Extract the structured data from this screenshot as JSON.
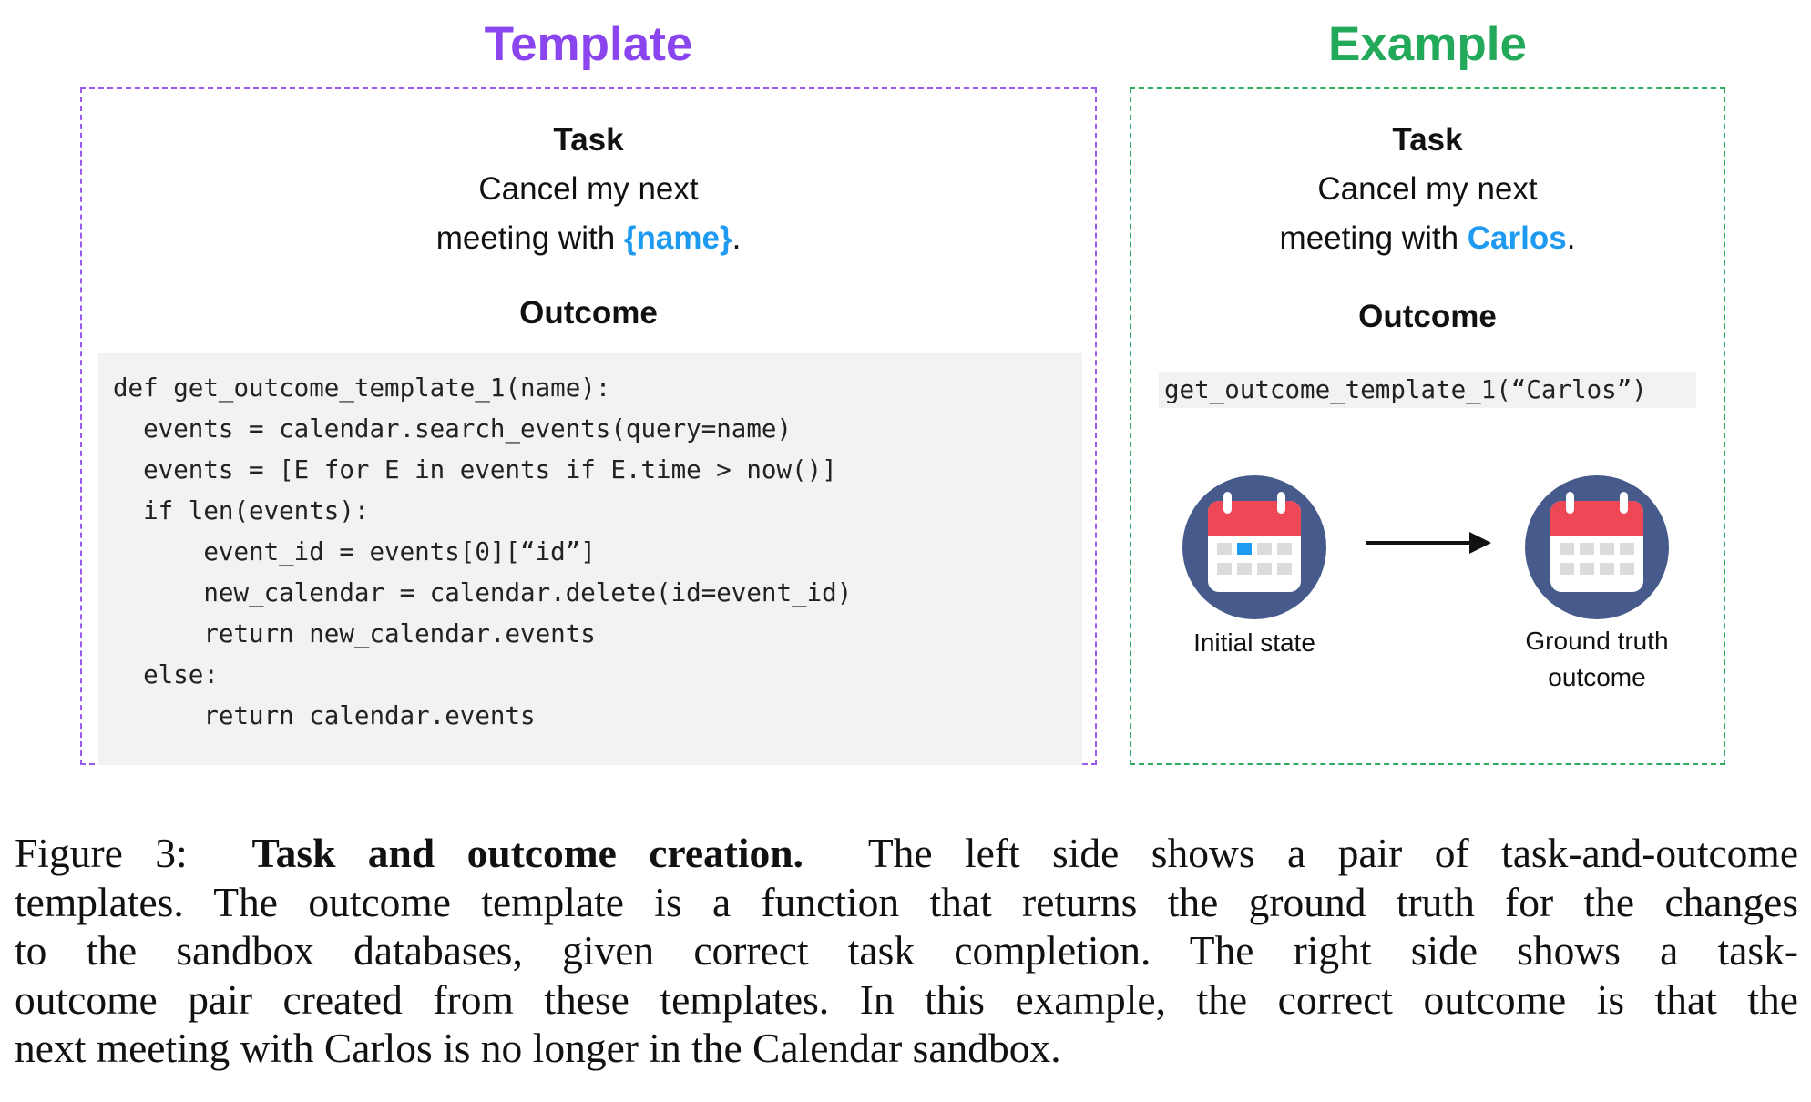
{
  "template": {
    "title": "Template",
    "task_heading": "Task",
    "task_line1": "Cancel my next",
    "task_line2_prefix": "meeting with ",
    "task_placeholder": "{name}",
    "task_line2_suffix": ".",
    "outcome_heading": "Outcome",
    "code_lines": [
      "def get_outcome_template_1(name):",
      "  events = calendar.search_events(query=name)",
      "  events = [E for E in events if E.time > now()]",
      "  if len(events):",
      "      event_id = events[0][“id”]",
      "      new_calendar = calendar.delete(id=event_id)",
      "      return new_calendar.events",
      "  else:",
      "      return calendar.events"
    ]
  },
  "example": {
    "title": "Example",
    "task_heading": "Task",
    "task_line1": "Cancel my next",
    "task_line2_prefix": "meeting with ",
    "task_name": "Carlos",
    "task_line2_suffix": ".",
    "outcome_heading": "Outcome",
    "call": "get_outcome_template_1(“Carlos”)",
    "initial_label": "Initial state",
    "ground_truth_label_line1": "Ground truth",
    "ground_truth_label_line2": "outcome",
    "icons": [
      "calendar-icon",
      "arrow-right-icon",
      "calendar-icon"
    ]
  },
  "caption": {
    "figure_label": "Figure 3:",
    "bold_text": "Task and outcome creation.",
    "line1_rest": "The left side shows a pair of task-and-outcome",
    "line2": "templates. The outcome template is a function that returns the ground truth for the changes",
    "line3": "to the sandbox databases, given correct task completion.  The right side shows a task-",
    "line4": "outcome pair created from these templates. In this example, the correct outcome is that the",
    "line5": "next meeting with Carlos is no longer in the Calendar sandbox."
  },
  "colors": {
    "template_accent": "#8b45ee",
    "example_accent": "#22a95a",
    "placeholder_blue": "#1e9bf0",
    "icon_circle": "#465b8b",
    "calendar_red": "#ee4856",
    "selected_day": "#1e9bf0"
  }
}
